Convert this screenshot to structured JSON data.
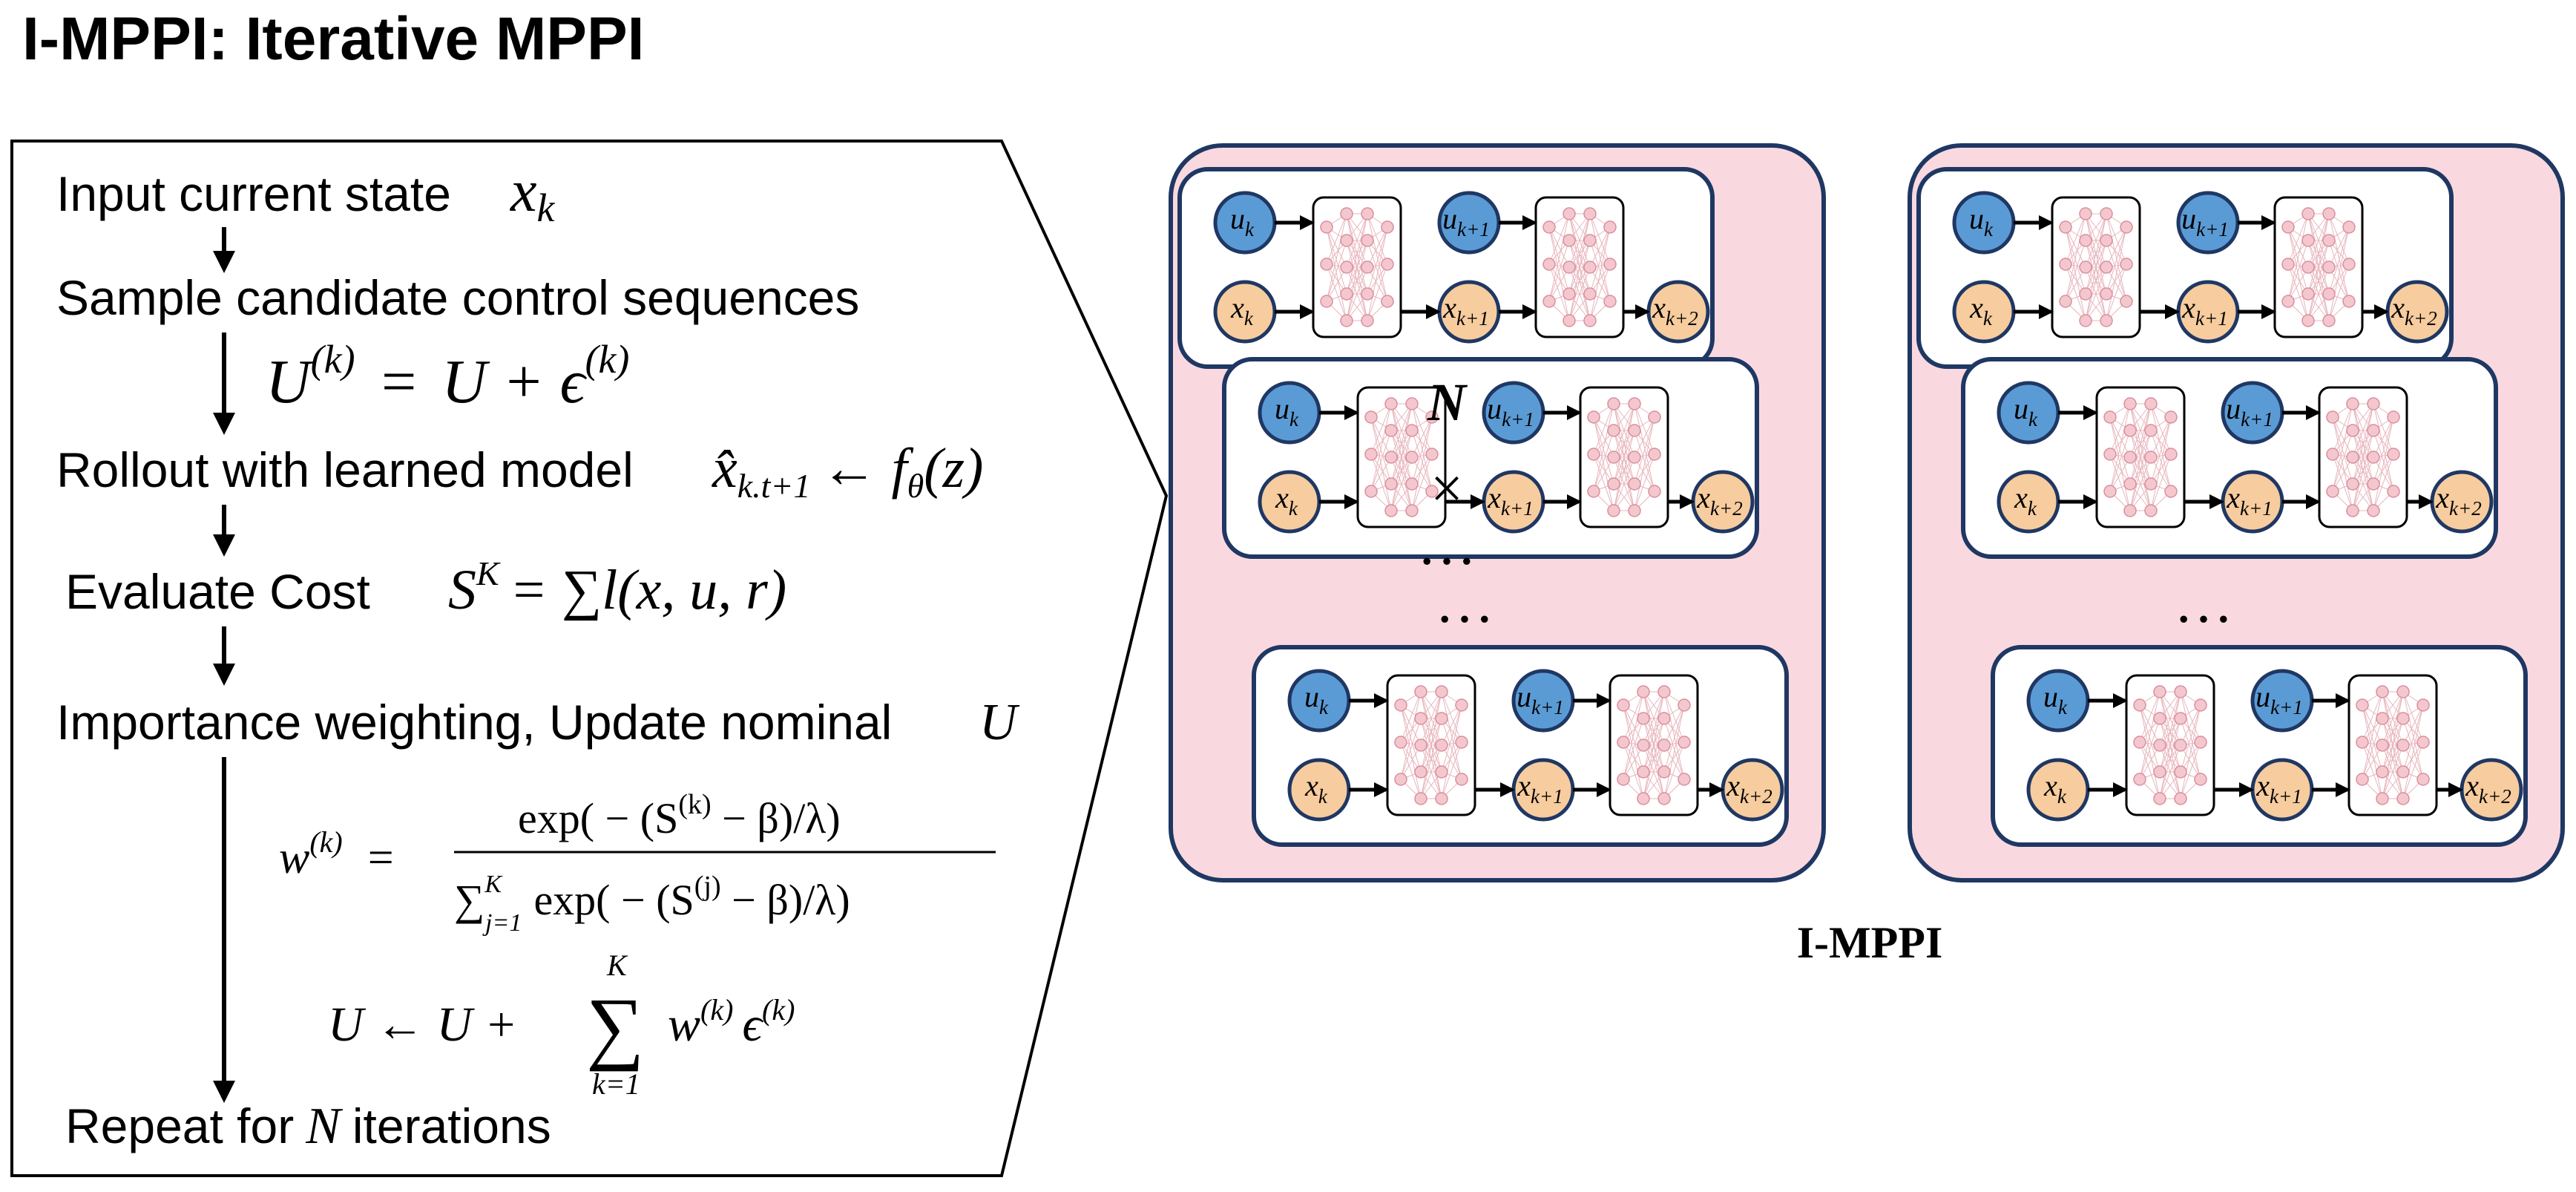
{
  "title": "I-MPPI: Iterative MPPI",
  "steps": {
    "s1": "Input current state",
    "s1_math": "x",
    "s1_sub": "k",
    "s2": "Sample candidate control sequences",
    "s2_math_U": "U",
    "s2_math_sup": "(k)",
    "s2_math_eq": "=",
    "s2_math_rhs": "U + ϵ",
    "s3": "Rollout with learned model",
    "s3_math_x": "x̂",
    "s3_math_sub": "k.t+1",
    "s3_math_arrow": "← f",
    "s3_math_theta": "θ",
    "s3_math_z": "(z)",
    "s4": "Evaluate Cost",
    "s4_math_S": "S",
    "s4_math_K": "K",
    "s4_math_rest": "= ∑l(x, u, r)",
    "s5": "Importance weighting, Update nominal",
    "s5_math": "U",
    "w_lhs": "w",
    "w_eq": "=",
    "w_num": "exp( − (S",
    "w_num_end": " − β)/λ)",
    "w_den_sum": "∑",
    "w_den_j": "j=1",
    "w_den_K": "K",
    "w_den": "exp( − (S",
    "w_den_end": " − β)/λ)",
    "sup_k": "(k)",
    "sup_j": "(j)",
    "u_lhs": "U ← U +",
    "u_sum": "∑",
    "u_sum_top": "K",
    "u_sum_bot": "k=1",
    "u_w": "w",
    "u_eps": "ϵ",
    "s6_a": "Repeat for",
    "s6_math": "N",
    "s6_b": "iterations"
  },
  "diagram": {
    "node_u": "u",
    "node_x": "x",
    "sub_k": "k",
    "sub_k1": "k+1",
    "sub_k2": "k+2",
    "ellipsis": "…",
    "repeat_N": "N",
    "repeat_times": "×",
    "label": "I-MPPI"
  },
  "colors": {
    "pink_panel": "#f9d9df",
    "navy_border": "#1f3763",
    "u_node": "#5b9bd5",
    "x_node": "#f7cc9e",
    "nn_neuron": "#f4c7cf"
  }
}
